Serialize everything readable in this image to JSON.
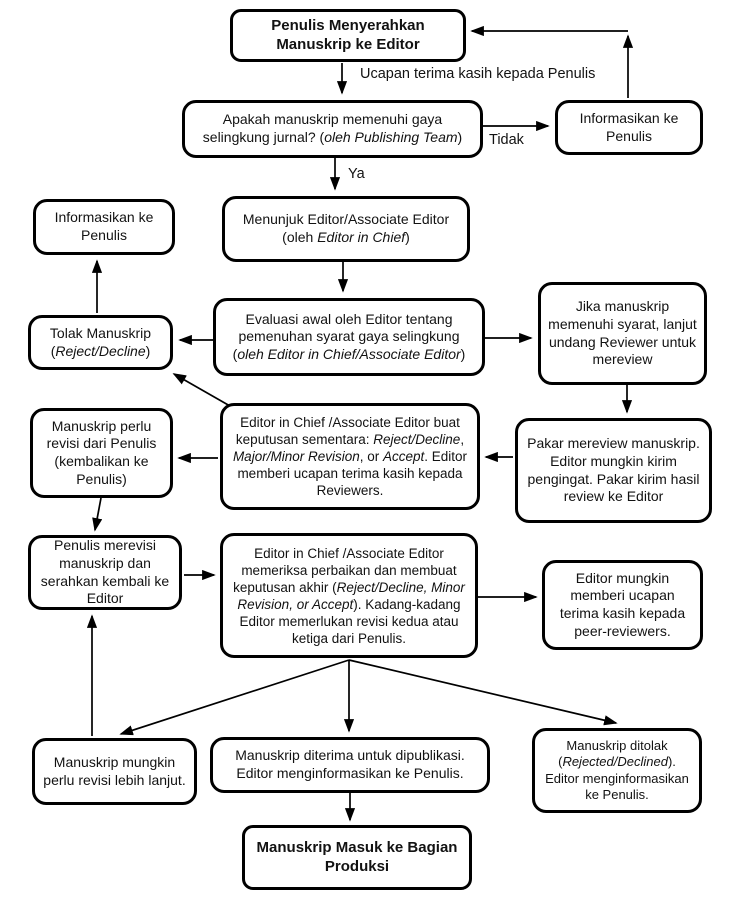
{
  "diagram": {
    "type": "flowchart",
    "subject": "Alur editorial manuskrip jurnal",
    "nodes": {
      "submit": {
        "text": "Penulis Menyerahkan Manuskrip ke Editor"
      },
      "style_check": {
        "rich": [
          {
            "t": "Apakah manuskrip memenuhi gaya selingkung jurnal? ("
          },
          {
            "t": "oleh Publishing Team",
            "i": true
          },
          {
            "t": ")"
          }
        ]
      },
      "inform_top": {
        "text": "Informasikan ke Penulis"
      },
      "assign_editor": {
        "rich": [
          {
            "t": "Menunjuk Editor/Associate Editor (oleh "
          },
          {
            "t": "Editor in Chief",
            "i": true
          },
          {
            "t": ")"
          }
        ]
      },
      "inform_left": {
        "text": "Informasikan ke Penulis"
      },
      "eval": {
        "rich": [
          {
            "t": "Evaluasi awal oleh Editor tentang pemenuhan syarat gaya selingkung ("
          },
          {
            "t": "oleh Editor in Chief/Associate Editor",
            "i": true
          },
          {
            "t": ")"
          }
        ]
      },
      "invite_reviewer": {
        "text": "Jika manuskrip memenuhi syarat, lanjut undang Reviewer untuk mereview"
      },
      "reject": {
        "rich": [
          {
            "t": "Tolak Manuskrip ("
          },
          {
            "t": "Reject/Decline",
            "i": true
          },
          {
            "t": ")"
          }
        ]
      },
      "needs_revision": {
        "text": "Manuskrip perlu revisi dari Penulis (kembalikan ke Penulis)"
      },
      "interim_decision": {
        "rich": [
          {
            "t": "Editor in Chief /Associate Editor buat keputusan sementara: "
          },
          {
            "t": "Reject/Decline",
            "i": true
          },
          {
            "t": ", "
          },
          {
            "t": "Major/Minor Revision",
            "i": true
          },
          {
            "t": ", or "
          },
          {
            "t": "Accept",
            "i": true
          },
          {
            "t": ". Editor memberi ucapan terima kasih kepada Reviewers."
          }
        ]
      },
      "expert_review": {
        "text": "Pakar mereview manuskrip. Editor mungkin kirim pengingat. Pakar kirim hasil review ke Editor"
      },
      "author_revise": {
        "text": "Penulis merevisi manuskrip dan serahkan kembali ke Editor"
      },
      "final_decision": {
        "rich": [
          {
            "t": "Editor in Chief /Associate Editor memeriksa perbaikan dan membuat keputusan akhir ("
          },
          {
            "t": "Reject/Decline, Minor Revision, or Accept",
            "i": true
          },
          {
            "t": "). Kadang-kadang Editor memerlukan revisi kedua atau ketiga dari Penulis."
          }
        ]
      },
      "thanks_reviewers": {
        "text": "Editor mungkin memberi ucapan terima kasih kepada peer-reviewers."
      },
      "further_revision": {
        "text": "Manuskrip mungkin perlu revisi lebih lanjut."
      },
      "accepted": {
        "text": "Manuskrip diterima untuk dipublikasi. Editor menginformasikan ke Penulis."
      },
      "rejected_final": {
        "rich": [
          {
            "t": "Manuskrip ditolak ("
          },
          {
            "t": "Rejected/Declined",
            "i": true
          },
          {
            "t": "). Editor menginformasikan ke Penulis."
          }
        ]
      },
      "production": {
        "text": "Manuskrip Masuk ke Bagian Produksi"
      }
    },
    "edge_labels": {
      "yes": "Ya",
      "no": "Tidak",
      "thanks_author": "Ucapan terima kasih kepada Penulis"
    },
    "edges": [
      {
        "from": "submit",
        "to": "style_check",
        "label": "Ucapan terima kasih kepada Penulis"
      },
      {
        "from": "style_check",
        "to": "inform_top",
        "label": "Tidak"
      },
      {
        "from": "inform_top",
        "to": "submit"
      },
      {
        "from": "style_check",
        "to": "assign_editor",
        "label": "Ya"
      },
      {
        "from": "assign_editor",
        "to": "eval"
      },
      {
        "from": "eval",
        "to": "reject"
      },
      {
        "from": "eval",
        "to": "invite_reviewer"
      },
      {
        "from": "reject",
        "to": "inform_left"
      },
      {
        "from": "invite_reviewer",
        "to": "expert_review"
      },
      {
        "from": "expert_review",
        "to": "interim_decision"
      },
      {
        "from": "interim_decision",
        "to": "reject"
      },
      {
        "from": "interim_decision",
        "to": "needs_revision"
      },
      {
        "from": "needs_revision",
        "to": "author_revise"
      },
      {
        "from": "author_revise",
        "to": "final_decision"
      },
      {
        "from": "final_decision",
        "to": "thanks_reviewers"
      },
      {
        "from": "final_decision",
        "to": "further_revision"
      },
      {
        "from": "final_decision",
        "to": "accepted"
      },
      {
        "from": "final_decision",
        "to": "rejected_final"
      },
      {
        "from": "further_revision",
        "to": "author_revise"
      },
      {
        "from": "accepted",
        "to": "production"
      }
    ]
  }
}
